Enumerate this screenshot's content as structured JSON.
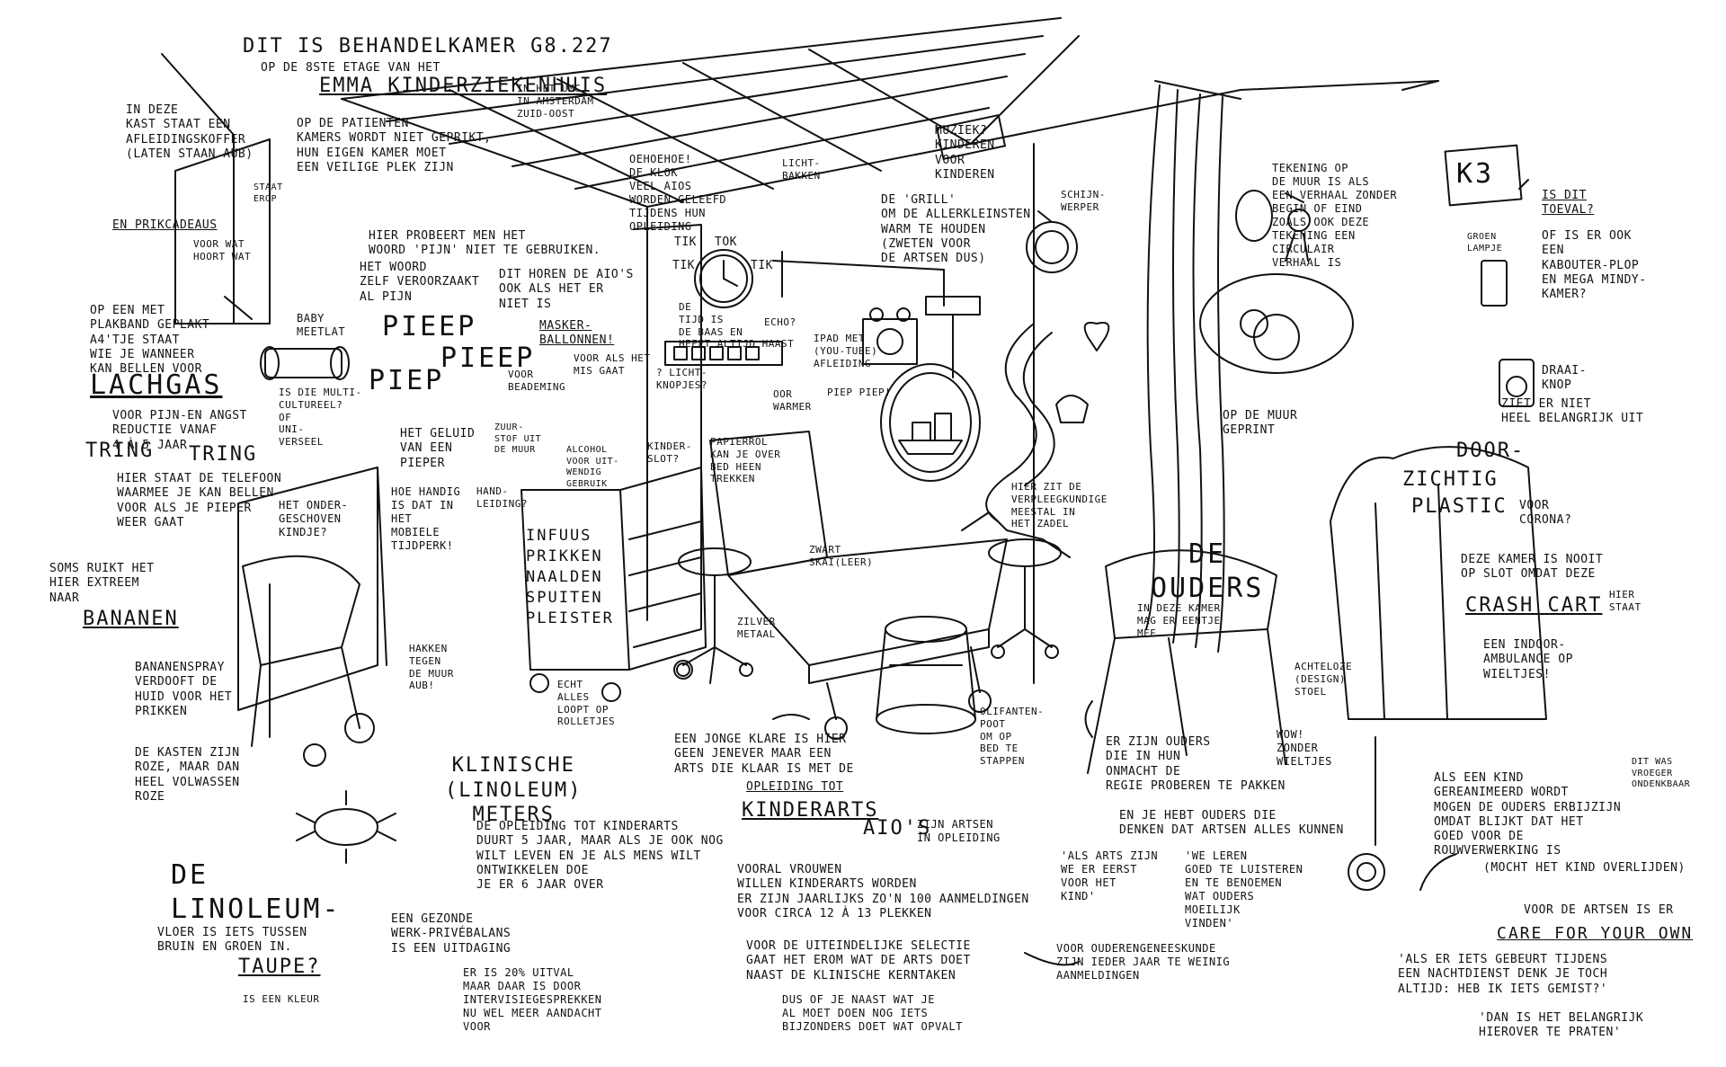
{
  "title": {
    "line1": "DIT IS BEHANDELKAMER G8.227",
    "line2": "OP DE 8STE ETAGE VAN HET",
    "line3": "EMMA KINDERZIEKENHUIS",
    "line4": "IN HET UMC\nIN AMSTERDAM\nZUID-OOST"
  },
  "notes": {
    "kast": "IN DEZE\nKAST STAAT EEN\nAFLEIDINGSKOFFER\n(LATEN STAAN AUB)",
    "staat_erop": "STAAT\nEROP",
    "prikcadeaus": "EN PRIKCADEAUS",
    "voor_wat": "VOOR WAT\nHOORT WAT",
    "patientenkamers": "OP DE PATIENTEN-\nKAMERS WORDT NIET GEPRIKT,\nHUN EIGEN KAMER MOET\nEEN VEILIGE PLEK ZIJN",
    "oehoehoe": "OEHOEHOE!\nDE KLOK\nVEEL AIOS\nWORDEN GELEEFD\nTIJDENS HUN\nOPLEIDING",
    "lichtbakken": "LICHT-\nBAKKEN",
    "muziek": "MUZIEK?\nKINDEREN\nVOOR\nKINDEREN",
    "grill": "DE 'GRILL'\nOM DE ALLERKLEINSTEN\nWARM TE HOUDEN\n(ZWETEN VOOR\nDE ARTSEN DUS)",
    "schijnwerper": "SCHIJN-\nWERPER",
    "tekening": "TEKENING OP\nDE MUUR IS ALS\nEEN VERHAAL ZONDER\nBEGIN OF EIND\nZOALS OOK DEZE\nTEKENING EEN\nCIRCULAIR\nVERHAAL IS",
    "k3": "K3",
    "toeval": "IS DIT\nTOEVAL?",
    "kabouter": "OF IS ER OOK\nEEN\nKABOUTER-PLOP\nEN MEGA MINDY-\nKAMER?",
    "groen_lampje": "GROEN\nLAMPJE",
    "draaiknop": "DRAAI-\nKNOP",
    "ziet_er": "ZIET ER NIET\nHEEL BELANGRIJK UIT",
    "muur_geprint": "OP DE MUUR\nGEPRINT",
    "pijn": "HIER PROBEERT MEN HET\nWOORD 'PIJN' NIET TE GEBRUIKEN.",
    "woord_zelf": "HET WOORD\nZELF VEROORZAAKT\nAL PIJN",
    "aios_horen": "DIT HOREN DE AIO'S\nOOK ALS HET ER\nNIET IS",
    "tik1": "TIK",
    "tik2": "TOK",
    "tik3": "TIK",
    "tik4": "TIK",
    "tijd": "DE\nTIJD IS\nDE BAAS EN\nHEEFT ALTIJD HAAST",
    "echo": "ECHO?",
    "ipad": "IPAD MET\n(YOU-TUBE)\nAFLEIDING",
    "piep_piep": "PIEP PIEP!",
    "masker": "MASKER-\nBALLONNEN!",
    "voor_als": "VOOR ALS HET\nMIS GAAT",
    "beademing": "VOOR\nBEADEMING",
    "lichtknopjes": "? LICHT-\nKNOPJES?",
    "oorwarmer": "OOR\nWARMER",
    "baby_meetlat": "BABY\nMEETLAT",
    "plakband": "OP EEN MET\nPLAKBAND GEPLAKT\nA4'TJE STAAT\nWIE JE WANNEER\nKAN BELLEN VOOR",
    "lachgas": "LACHGAS",
    "pijn_angst": "VOOR PIJN-EN ANGST\nREDUCTIE VANAF\n4 À 5 JAAR",
    "multicultureel": "IS DIE MULTI-\nCULTUREEL?\nOF\nUNI-\nVERSEEL",
    "pieep": "PIEEP",
    "piep": "PIEP",
    "pieep2": "PIEEP",
    "geluid": "HET GELUID\nVAN EEN\nPIEPER",
    "hoe_handig": "HOE HANDIG\nIS DAT IN\nHET\nMOBIELE\nTIJDPERK!",
    "tring1": "TRING",
    "tring2": "TRING",
    "telefoon": "HIER STAAT DE TELEFOON\nWAARMEE JE KAN BELLEN\nVOOR ALS JE PIEPER\nWEER GAAT",
    "ondergeschoven": "HET ONDER-\nGESCHOVEN\nKINDJE?",
    "zuurstof": "ZUUR-\nSTOF UIT\nDE MUUR",
    "alcohol": "ALCOHOL\nVOOR UIT-\nWENDIG\nGEBRUIK",
    "kinderslot": "KINDER-\nSLOT?",
    "papierrol": "PAPIERROL\nKAN JE OVER\nBED HEEN\nTREKKEN",
    "handleiding": "HAND-\nLEIDING?",
    "infuus": "INFUUS\nPRIKKEN\nNAALDEN\nSPUITEN\nPLEISTER",
    "zwart_skai": "ZWART\nSKAI(LEER)",
    "zilver": "ZILVER\nMETAAL",
    "echt_alles": "ECHT\nALLES\nLOOPT OP\nROLLETJES",
    "hakken": "HAKKEN\nTEGEN\nDE MUUR\nAUB!",
    "verpleegkundige": "HIER ZIT DE\nVERPLEEGKUNDIGE\nMEESTAL IN\nHET ZADEL",
    "de_ouders": "DE\nOUDERS",
    "in_deze_kamer": "IN DEZE KAMER\nMAG ER EENTJE\nMEE",
    "achteloze": "ACHTELOZE\n(DESIGN)\nSTOEL",
    "wow": "WOW!\nZONDER\nWIELTJES",
    "door": "DOOR-",
    "zichtig": "ZICHTIG",
    "plastic": "PLASTIC",
    "corona": "VOOR\nCORONA?",
    "nooit_slot": "DEZE KAMER IS NOOIT\nOP SLOT OMDAT DEZE",
    "crash_cart": "CRASH CART",
    "hier_staat": "HIER\nSTAAT",
    "indoor": "EEN INDOOR-\nAMBULANCE OP\nWIELTJES!",
    "olifantenpoot": "OLIFANTEN-\nPOOT\nOM OP\nBED TE\nSTAPPEN",
    "bananen_intro": "SOMS RUIKT HET\nHIER EXTREEM\nNAAR",
    "bananen": "BANANEN",
    "bananenspray": "BANANENSPRAY\nVERDOOFT DE\nHUID VOOR HET\nPRIKKEN",
    "kasten_roze": "DE KASTEN ZIJN\nROZE, MAAR DAN\nHEEL VOLWASSEN\nROZE",
    "klinische": "KLINISCHE\n(LINOLEUM)\nMETERS",
    "linoleum": "DE\nLINOLEUM-",
    "vloer": "VLOER IS IETS TUSSEN\nBRUIN EN GROEN IN.",
    "taupe": "TAUPE?",
    "kleur": "IS EEN KLEUR",
    "opleiding": "DE OPLEIDING TOT KINDERARTS\nDUURT 5 JAAR, MAAR ALS JE OOK NOG\nWILT LEVEN EN JE ALS MENS WILT\nONTWIKKELEN DOE\nJE ER 6 JAAR OVER",
    "werk_prive": "EEN GEZONDE\nWERK-PRIVÉBALANS\nIS EEN UITDAGING",
    "uitval": "ER IS 20% UITVAL\nMAAR DAAR IS DOOR\nINTERVISIEGESPREKKEN\nNU WEL MEER AANDACHT\nVOOR",
    "jonge_klare": "EEN JONGE KLARE IS HIER\nGEEN JENEVER MAAR EEN\nARTS DIE KLAAR IS MET DE",
    "opleiding_tot": "OPLEIDING TOT",
    "kinderarts": "KINDERARTS",
    "aios": "AIO'S",
    "zijn_artsen": "ZIJN ARTSEN\nIN OPLEIDING",
    "vrouwen": "VOORAL VROUWEN\nWILLEN KINDERARTS WORDEN\nER ZIJN JAARLIJKS ZO'N 100 AANMELDINGEN\nVOOR CIRCA 12 À 13 PLEKKEN",
    "selectie": "VOOR DE UITEINDELIJKE SELECTIE\nGAAT HET EROM WAT DE ARTS DOET\nNAAST DE KLINISCHE KERNTAKEN",
    "dus_of": "DUS OF JE NAAST WAT JE\nAL MOET DOEN NOG IETS\nBIJZONDERS DOET WAT OPVALT",
    "ouderengeneeskunde": "VOOR OUDERENGENEESKUNDE\nZIJN IEDER JAAR TE WEINIG\nAANMELDINGEN",
    "er_zijn_ouders": "ER ZIJN OUDERS\nDIE IN HUN\nONMACHT DE\nREGIE PROBEREN TE PAKKEN",
    "je_hebt": "EN JE HEBT OUDERS DIE\nDENKEN DAT ARTSEN ALLES KUNNEN",
    "als_arts": "'ALS ARTS ZIJN\nWE ER EERST\nVOOR HET\nKIND'",
    "we_leren": "'WE LEREN\nGOED TE LUISTEREN\nEN TE BENOEMEN\nWAT OUDERS\nMOEILIJK\nVINDEN'",
    "gereanimeerd": "ALS EEN KIND\nGEREANIMEERD WORDT\nMOGEN DE OUDERS ERBIJZIJN\nOMDAT BLIJKT DAT HET\nGOED VOOR DE\nROUWVERWERKING IS",
    "vroeger": "DIT WAS\nVROEGER\nONDENKBAAR",
    "overlijden": "(MOCHT HET KIND OVERLIJDEN)",
    "care_intro": "VOOR DE ARTSEN IS ER",
    "care": "CARE FOR YOUR OWN",
    "nachtdienst": "'ALS ER IETS GEBEURT TIJDENS\nEEN NACHTDIENST DENK JE TOCH\nALTIJD: HEB IK IETS GEMIST?'",
    "belangrijk": "'DAN IS HET BELANGRIJK\nHIEROVER TE PRATEN'"
  },
  "icons": [
    "clock-icon",
    "lamp-icon",
    "heart-icon",
    "cat-icon",
    "bicycle-icon",
    "bear-icon",
    "dog-icon",
    "phone-icon",
    "chair-icon",
    "stool-icon",
    "cart-icon",
    "curtain-icon"
  ]
}
